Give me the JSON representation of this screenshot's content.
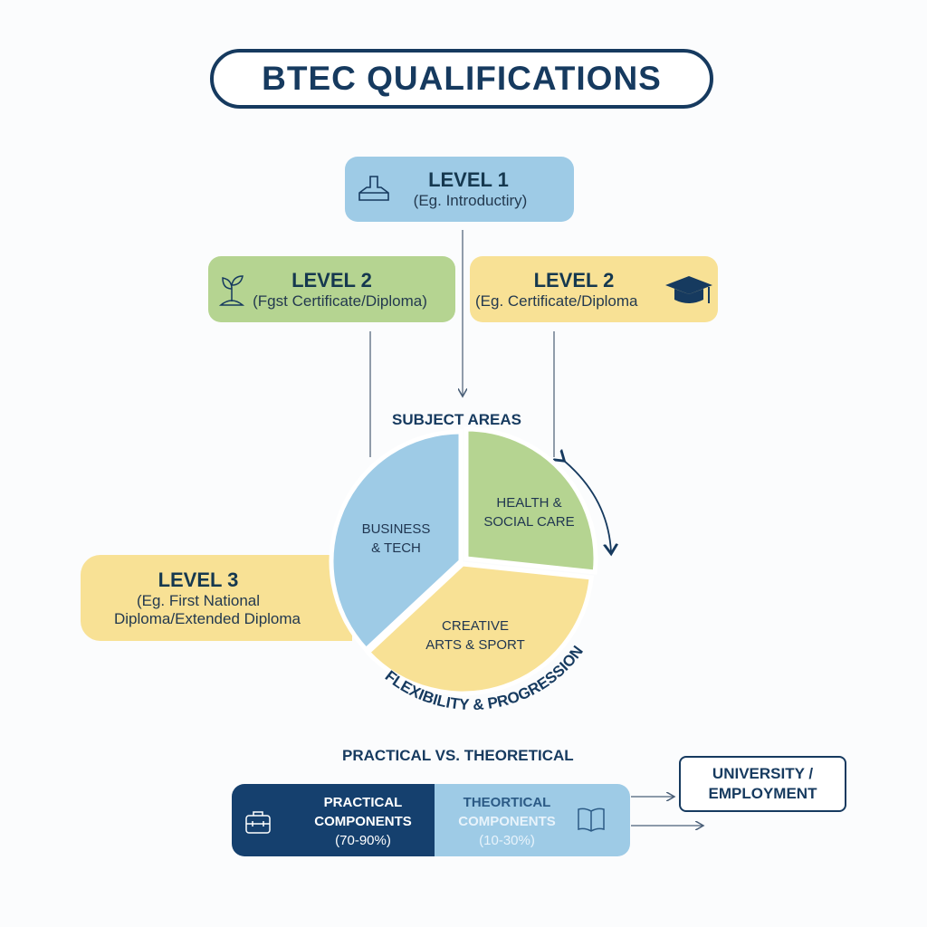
{
  "title": "BTEC QUALIFICATIONS",
  "levels": [
    {
      "heading": "LEVEL 1",
      "desc": "(Eg. Introductiry)",
      "icon": "anvil-icon"
    },
    {
      "heading": "LEVEL 2",
      "desc": "(Fgst Certificate/Diploma)",
      "icon": "sprout-icon"
    },
    {
      "heading": "LEVEL 2",
      "desc": "(Eg.  Certificate/Diploma",
      "icon": "graduation-cap-icon"
    },
    {
      "heading": "LEVEL 3",
      "desc_line1": "(Eg. First National",
      "desc_line2": "Diploma/Extended Diploma"
    }
  ],
  "subject_areas": {
    "title": "SUBJECT AREAS",
    "slices": [
      {
        "line1": "BUSINESS",
        "line2": "& TECH",
        "color": "#9ecbe6"
      },
      {
        "line1": "HEALTH &",
        "line2": "SOCIAL CARE",
        "color": "#b5d491"
      },
      {
        "line1": "CREATIVE",
        "line2": "ARTS & SPORT",
        "color": "#f8e195"
      }
    ],
    "arc_label": "FLEXIBILITY & PROGRESSION"
  },
  "comparison": {
    "title": "PRACTICAL VS. THEORETICAL",
    "practical": {
      "line1": "PRACTICAL",
      "line2": "COMPONENTS",
      "line3": "(70-90%)"
    },
    "theoretical": {
      "line1": "THEORTICAL",
      "line2": "COMPONENTS",
      "line3": "(10-30%)"
    }
  },
  "destination": {
    "line1": "UNIVERSITY /",
    "line2": "EMPLOYMENT"
  },
  "colors": {
    "navy": "#163a5f",
    "blue": "#9ecbe6",
    "green": "#b5d491",
    "yellow": "#f8e195"
  }
}
